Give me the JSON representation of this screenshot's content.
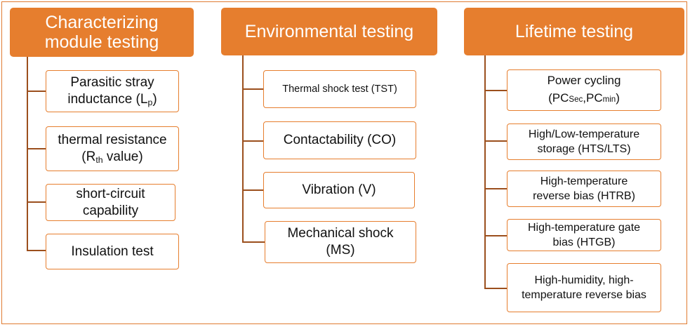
{
  "headers": {
    "characterizing_line1": "Characterizing",
    "characterizing_line2": "module testing",
    "environmental": "Environmental testing",
    "lifetime": "Lifetime testing"
  },
  "characterizing": {
    "parasitic_line1": "Parasitic stray",
    "parasitic_line2_pre": "inductance (L",
    "parasitic_sub": "p",
    "parasitic_post": ")",
    "thermal_line1": "thermal resistance",
    "thermal_pre": "(R",
    "thermal_sub": "th",
    "thermal_post": " value)",
    "short_line1": "short-circuit",
    "short_line2": "capability",
    "insulation": "Insulation test"
  },
  "environmental": {
    "thermal_shock": "Thermal shock test (TST)",
    "contactability": "Contactability (CO)",
    "vibration": "Vibration (V)",
    "mech_line1": "Mechanical shock",
    "mech_line2": "(MS)"
  },
  "lifetime": {
    "power_line1": "Power cycling",
    "pc_open": "(PC",
    "pc_sec": "Sec",
    "pc_mid": ",PC",
    "pc_min": "min",
    "pc_close": ")",
    "hts_line1": "High/Low-temperature",
    "hts_line2": "storage (HTS/LTS)",
    "htrb_line1": "High-temperature",
    "htrb_line2": "reverse bias (HTRB)",
    "htgb_line1": "High-temperature gate",
    "htgb_line2": "bias (HTGB)",
    "h3_line1": "High-humidity, high-",
    "h3_line2": "temperature reverse bias"
  },
  "colors": {
    "header_fill": "#e67e2e",
    "box_border": "#e67e2e",
    "connector": "#9b4f1d",
    "frame": "#e07b31"
  }
}
